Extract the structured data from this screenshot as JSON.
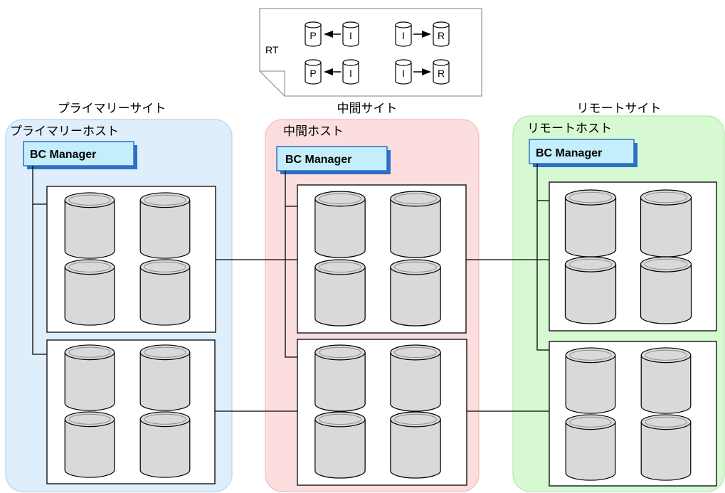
{
  "legend": {
    "label": "RT",
    "pairs": [
      {
        "left": "P",
        "right": "I",
        "direction": "left"
      },
      {
        "left": "I",
        "right": "R",
        "direction": "right"
      },
      {
        "left": "P",
        "right": "I",
        "direction": "left"
      },
      {
        "left": "I",
        "right": "R",
        "direction": "right"
      }
    ]
  },
  "sites": [
    {
      "site_label": "プライマリーサイト",
      "host_label": "プライマリーホスト",
      "manager_label": "BC Manager",
      "color": "#dfeefb"
    },
    {
      "site_label": "中間サイト",
      "host_label": "中間ホスト",
      "manager_label": "BC Manager",
      "color": "#fcdede"
    },
    {
      "site_label": "リモートサイト",
      "host_label": "リモートホスト",
      "manager_label": "BC Manager",
      "color": "#d6f9d2"
    }
  ],
  "colors": {
    "manager_fill": "#c4eefb",
    "manager_shadow": "#2f6fc2",
    "cylinder_fill": "#d9d9d9"
  }
}
